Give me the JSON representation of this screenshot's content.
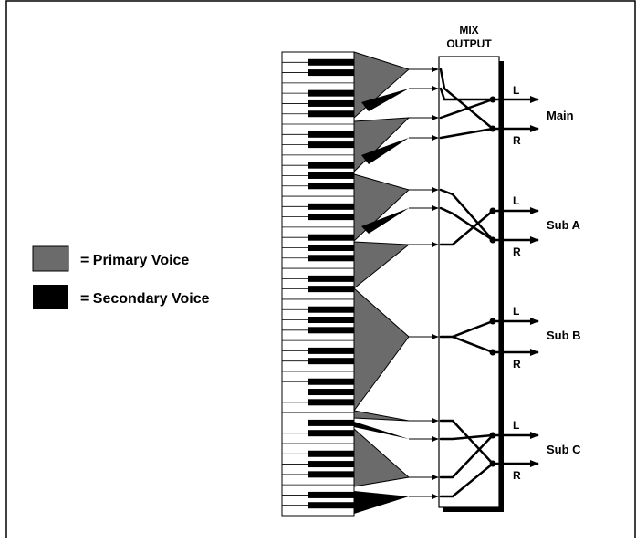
{
  "header": {
    "mix_line1": "MIX",
    "mix_line2": "OUTPUT"
  },
  "legend": {
    "primary_label": "= Primary Voice",
    "secondary_label": "= Secondary Voice",
    "primary_color": "#6b6b6b",
    "secondary_color": "#000000"
  },
  "outputs": [
    {
      "name": "Main",
      "left_label": "L",
      "right_label": "R"
    },
    {
      "name": "Sub A",
      "left_label": "L",
      "right_label": "R"
    },
    {
      "name": "Sub B",
      "left_label": "L",
      "right_label": "R"
    },
    {
      "name": "Sub C",
      "left_label": "L",
      "right_label": "R"
    }
  ],
  "colors": {
    "frame": "#000000",
    "background": "#ffffff",
    "primary": "#6b6b6b",
    "secondary": "#000000"
  }
}
